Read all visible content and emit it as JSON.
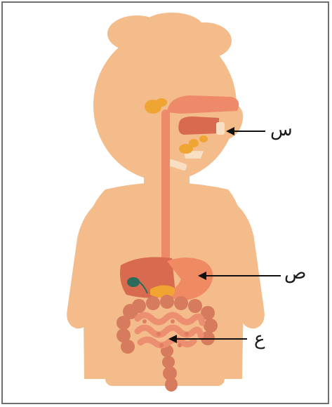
{
  "labels": {
    "seen": "س",
    "sad": "ص",
    "ain": "ع"
  },
  "colors": {
    "skin": "#f4bb8b",
    "tube": "#ee8a6a",
    "stomach": "#f08a63",
    "liver": "#d86b4f",
    "intestine": "#ec8e70",
    "colon": "#d77b5e",
    "gland": "#f0a431",
    "gallbladder": "#2e6b5a",
    "arrow": "#111111",
    "border": "#6f6f6f"
  }
}
